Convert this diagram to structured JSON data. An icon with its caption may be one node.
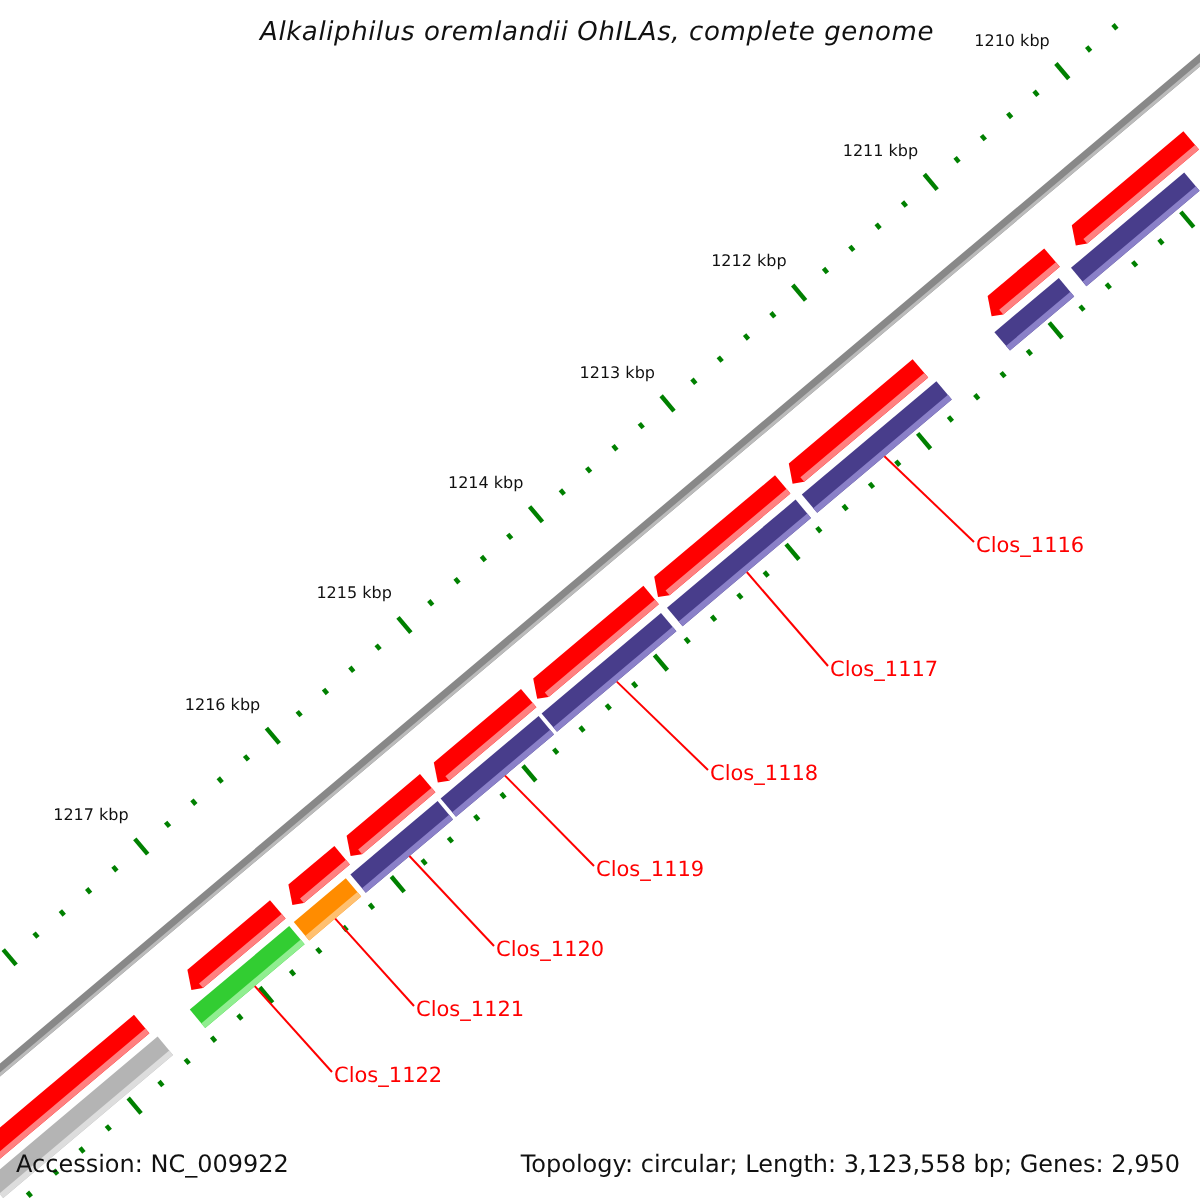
{
  "diagram": {
    "title": "Alkaliphilus oremlandii OhILAs, complete genome",
    "nodes": [
      {
        "text": [
          "Clos_1116"
        ]
      },
      {
        "text": [
          "Clos_1117"
        ]
      },
      {
        "text": [
          "Clos_1118"
        ]
      },
      {
        "text": [
          "Clos_1119"
        ]
      },
      {
        "text": [
          "Clos_1120"
        ]
      },
      {
        "text": [
          "Clos_1121"
        ]
      },
      {
        "text": [
          "Clos_1122"
        ]
      },
      {
        "text": [],
        "shape": "bar"
      },
      {
        "text": [],
        "shape": "bar"
      },
      {
        "text": [],
        "shape": "bar"
      },
      {
        "text": [],
        "shape": "bar"
      },
      {
        "text": [],
        "shape": "bar"
      },
      {
        "text": [],
        "shape": "bar"
      },
      {
        "text": [],
        "shape": "bar"
      },
      {
        "text": [],
        "shape": "bar"
      },
      {
        "text": [],
        "shape": "bar"
      },
      {
        "text": [],
        "shape": "bar"
      },
      {
        "text": [],
        "shape": "arrow"
      },
      {
        "text": [],
        "shape": "arrow"
      },
      {
        "text": [],
        "shape": "arrow"
      },
      {
        "text": [],
        "shape": "arrow"
      },
      {
        "text": [],
        "shape": "arrow"
      },
      {
        "text": [],
        "shape": "arrow"
      },
      {
        "text": [],
        "shape": "arrow"
      },
      {
        "text": [],
        "shape": "arrow"
      },
      {
        "text": [],
        "shape": "arrow"
      },
      {
        "text": [],
        "shape": "arrow"
      }
    ],
    "edges": [
      {
        "from": 0,
        "to": 7,
        "arrow": "none"
      },
      {
        "from": 1,
        "to": 8,
        "arrow": "none"
      },
      {
        "from": 2,
        "to": 9,
        "arrow": "none"
      },
      {
        "from": 3,
        "to": 10,
        "arrow": "none"
      },
      {
        "from": 4,
        "to": 11,
        "arrow": "none"
      },
      {
        "from": 5,
        "to": 12,
        "arrow": "none"
      },
      {
        "from": 6,
        "to": 13,
        "arrow": "none"
      }
    ],
    "labels": [
      "1210 kbp",
      "1211 kbp",
      "1212 kbp",
      "1213 kbp",
      "1214 kbp",
      "1215 kbp",
      "1216 kbp",
      "1217 kbp",
      "Accession: NC_009922",
      "Topology: circular; Length: 3,123,558 bp; Genes: 2,950"
    ]
  }
}
